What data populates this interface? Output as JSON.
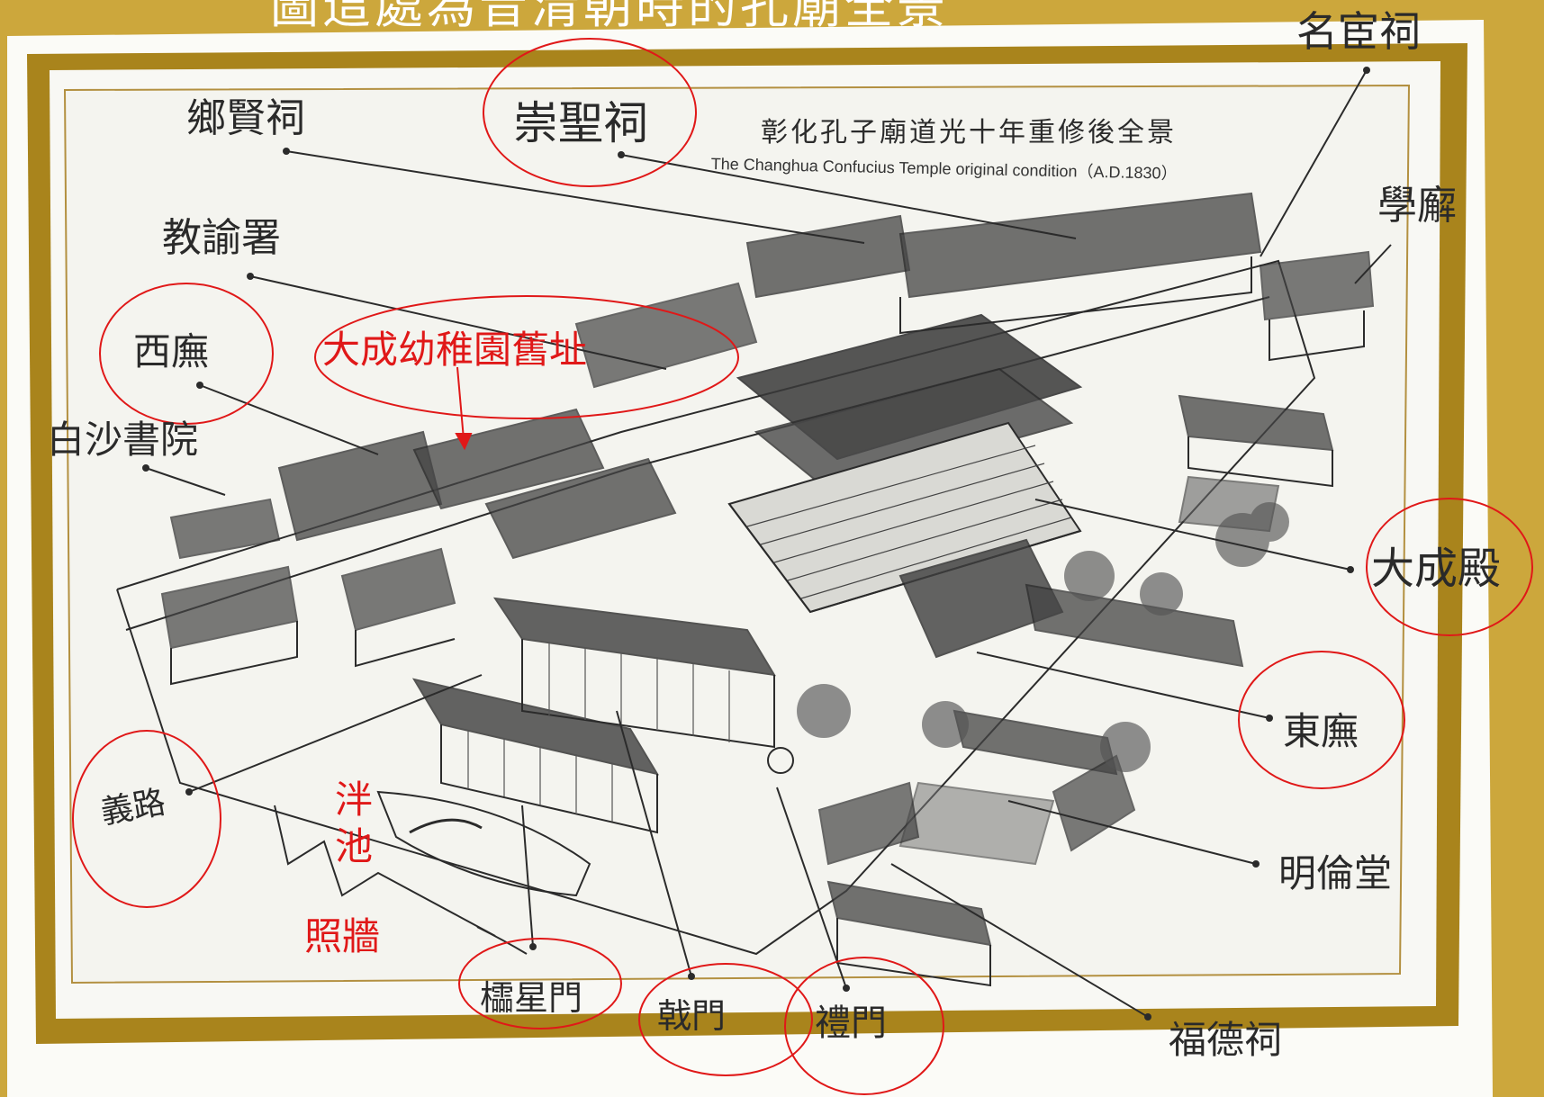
{
  "header_text": "圖這處為昔清朝時的孔廟全景",
  "diagram": {
    "title": "彰化孔子廟道光十年重修後全景",
    "subtitle": "The Changhua Confucius Temple original condition（A.D.1830）"
  },
  "labels": {
    "xiangxian": "鄉賢祠",
    "chongsheng": "崇聖祠",
    "mingguan": "名宦祠",
    "xuepu": "學廨",
    "jiaoyu": "教諭署",
    "xiwu": "西廡",
    "baisha": "白沙書院",
    "dacheng_hall": "大成殿",
    "dongwu": "東廡",
    "minglun": "明倫堂",
    "yilu": "義路",
    "lingxing": "櫺星門",
    "jimen": "戟門",
    "limen": "禮門",
    "fude": "福德祠"
  },
  "annotations": {
    "kindergarten": "大成幼稚園舊址",
    "pond_1": "泮",
    "pond_2": "池",
    "screen_wall": "照牆"
  },
  "colors": {
    "board": "#c9a43a",
    "frame": "#a88119",
    "paper": "#f6f6f2",
    "ink": "#2a2a2a",
    "annotation": "#e01818"
  }
}
